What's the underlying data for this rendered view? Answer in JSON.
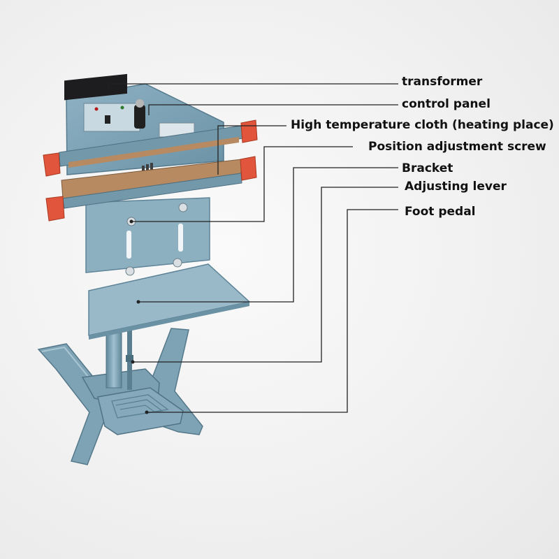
{
  "labels": {
    "transformer": "transformer",
    "control_panel": "control panel",
    "heating_cloth": "High temperature cloth (heating place)",
    "adjust_screw": "Position adjustment screw",
    "bracket": "Bracket",
    "adjusting_lever": "Adjusting lever",
    "foot_pedal": "Foot pedal"
  },
  "colors": {
    "body": "#7fa3b6",
    "body_dark": "#5e8498",
    "heating_bar": "#b88a62",
    "end_caps": "#e0553c",
    "leader_line": "#222222"
  }
}
